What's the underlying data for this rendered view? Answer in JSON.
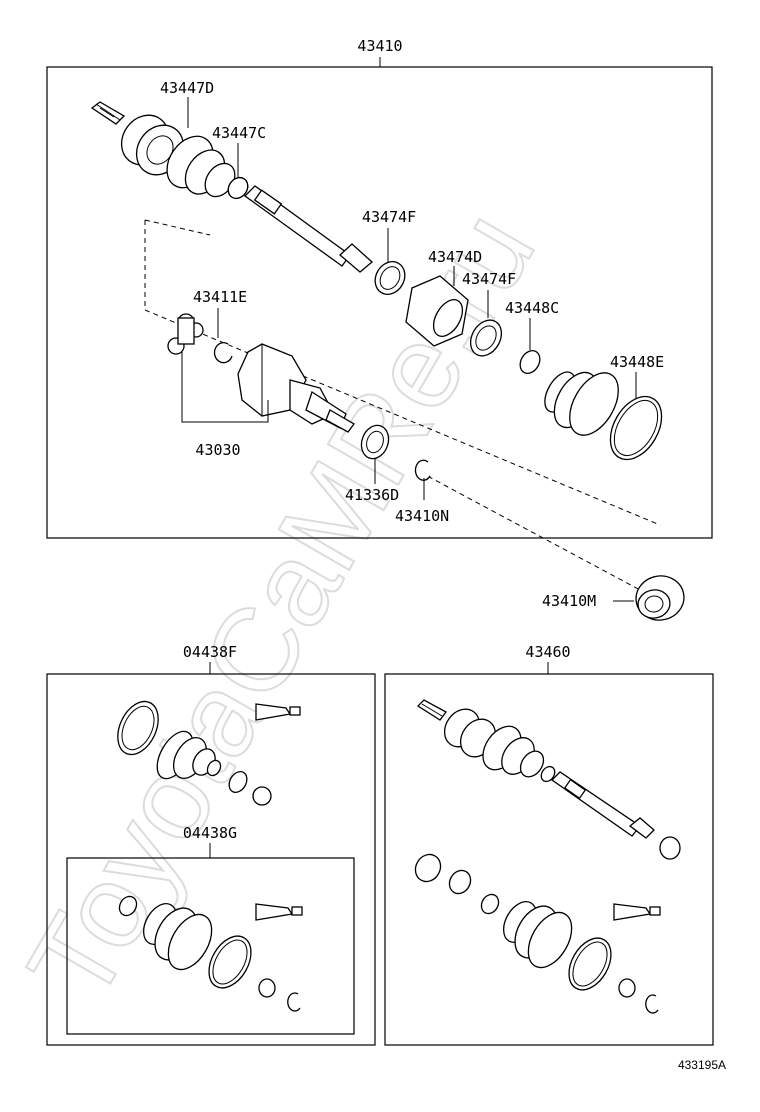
{
  "watermark": "ToyotaCaMRe.ru",
  "figure_code": "433195A",
  "assemblies": {
    "main": "43410",
    "kit_outer": "04438F",
    "kit_inner": "04438G",
    "assembly_rh": "43460"
  },
  "callouts": [
    "43447D",
    "43447C",
    "43474F",
    "43474D",
    "43474F",
    "43448C",
    "43448E",
    "43411E",
    "43030",
    "41336D",
    "43410N",
    "43410M"
  ],
  "icons": [
    "axle-shaft-icon",
    "boot-icon",
    "clamp-icon",
    "snap-ring-icon",
    "bearing-icon",
    "grease-tube-icon",
    "tripod-joint-icon"
  ]
}
